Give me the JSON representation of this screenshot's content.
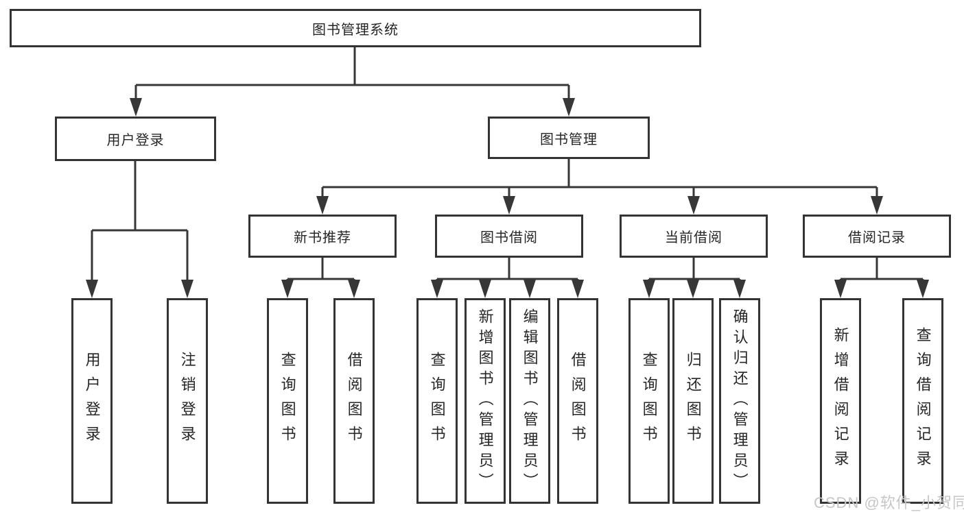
{
  "diagram": {
    "tree": {
      "label": "图书管理系统",
      "children": [
        {
          "label": "用户登录",
          "children": [
            {
              "label": "用户登录"
            },
            {
              "label": "注销登录"
            }
          ]
        },
        {
          "label": "图书管理",
          "children": [
            {
              "label": "新书推荐",
              "children": [
                {
                  "label": "查询图书"
                },
                {
                  "label": "借阅图书"
                }
              ]
            },
            {
              "label": "图书借阅",
              "children": [
                {
                  "label": "查询图书"
                },
                {
                  "label": "新增图书（管理员）"
                },
                {
                  "label": "编辑图书（管理员）"
                },
                {
                  "label": "借阅图书"
                }
              ]
            },
            {
              "label": "当前借阅",
              "children": [
                {
                  "label": "查询图书"
                },
                {
                  "label": "归还图书"
                },
                {
                  "label": "确认归还（管理员）"
                }
              ]
            },
            {
              "label": "借阅记录",
              "children": [
                {
                  "label": "新增借阅记录"
                },
                {
                  "label": "查询借阅记录"
                }
              ]
            }
          ]
        }
      ]
    },
    "watermark": "CSDN @软件_小贺同学",
    "colors": {
      "line": "#373737",
      "border": "#333333",
      "text": "#262626",
      "watermark": "#c6c6c6",
      "background": "#ffffff"
    }
  }
}
